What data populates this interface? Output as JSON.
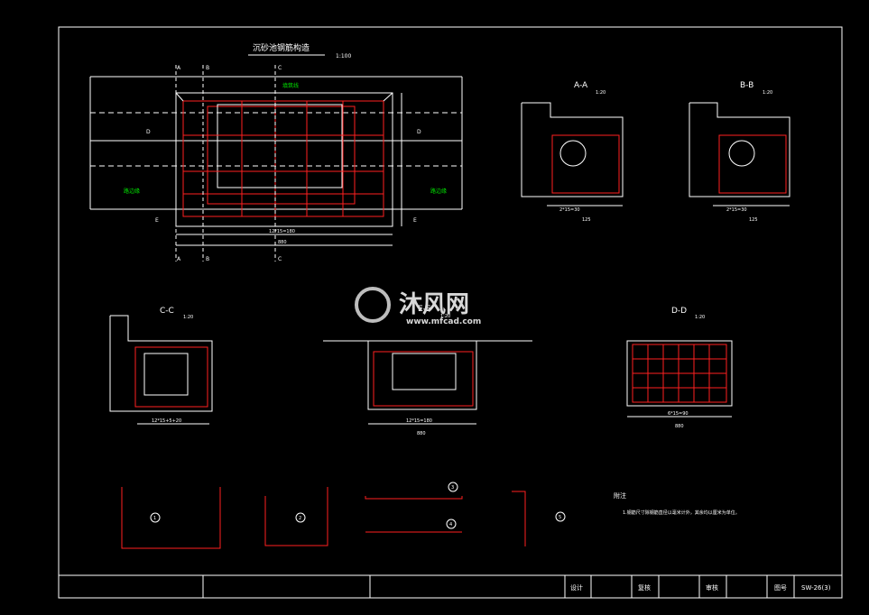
{
  "drawing": {
    "plan_title": "沉砂池钢筋构造",
    "plan_scale": "1:100",
    "section_labels": {
      "A": "A",
      "B": "B",
      "C": "C",
      "D": "D",
      "E": "E"
    },
    "plan_side_labels": {
      "left": "路边缘",
      "right": "路边缘",
      "top": "填筑线"
    },
    "sections": [
      {
        "name": "A-A",
        "scale": "1:20"
      },
      {
        "name": "B-B",
        "scale": "1:20"
      },
      {
        "name": "C-C",
        "scale": "1:20"
      },
      {
        "name": "E-E",
        "scale": "1:20"
      },
      {
        "name": "D-D",
        "scale": "1:20"
      }
    ],
    "dims": {
      "plan_total": "880",
      "plan_spacing": "12*15=180",
      "ab_bottom": "2*15=30",
      "ab_total": "125",
      "cc_spacing": "12*15+5+20",
      "ee_spacing": "12*15=180",
      "ee_total": "880",
      "dd_spacing": "6*15=90",
      "dd_total": "880"
    },
    "bar_marks": [
      "1",
      "2",
      "3",
      "4",
      "5"
    ],
    "notes": {
      "heading": "附注",
      "line1": "1.钢筋尺寸除钢筋直径以毫米计外，其余均以厘米为单位。"
    },
    "title_block": {
      "design": "设计",
      "review": "复核",
      "approve": "审核",
      "drawing_no_label": "图号",
      "drawing_no": "SW-26(3)"
    },
    "watermark": {
      "brand": "沐风网",
      "url": "www.mfcad.com"
    },
    "colors": {
      "background": "#000000",
      "rebar": "#ff2020",
      "annotation": "#00e000",
      "outline": "#ffffff"
    }
  }
}
